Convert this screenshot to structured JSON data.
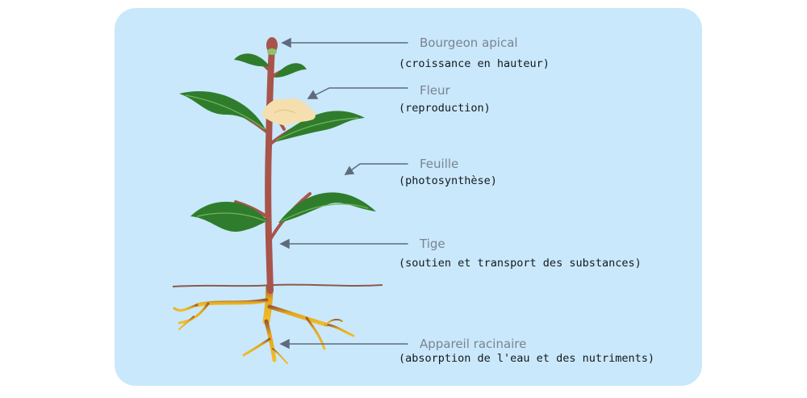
{
  "colors": {
    "panel": "#c9e8fb",
    "leaf": "#2f7d2c",
    "leaf_vein": "#6fb55e",
    "stem": "#a8544b",
    "root": "#e3a51c",
    "flower": "#f6dfae",
    "arrow": "#5f6b7d",
    "soil": "#8c5a4e"
  },
  "labels": [
    {
      "title": "Bourgeon apical",
      "desc": "(croissance en hauteur)"
    },
    {
      "title": "Fleur",
      "desc": "(reproduction)"
    },
    {
      "title": "Feuille",
      "desc": "(photosynthèse)"
    },
    {
      "title": "Tige",
      "desc": "(soutien et transport des substances)"
    },
    {
      "title": "Appareil racinaire",
      "desc": "(absorption de l'eau et des nutriments)"
    }
  ]
}
